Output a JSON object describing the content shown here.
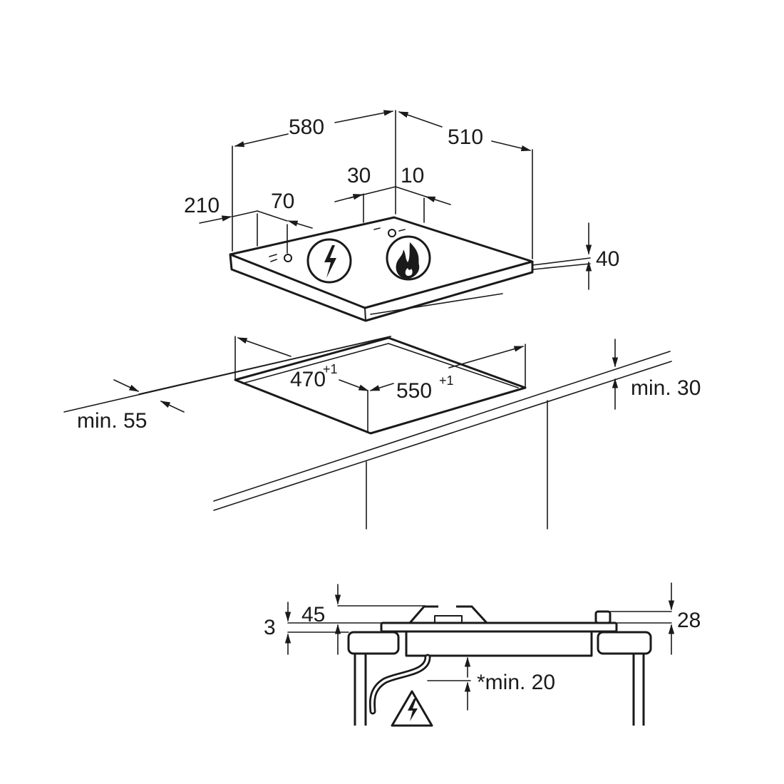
{
  "labels": {
    "width_overall": "580",
    "depth_overall": "510",
    "offset_left": "210",
    "offset_knob": "70",
    "offset_mid_left": "30",
    "offset_mid_right": "10",
    "height_hob": "40",
    "cutout_depth": "470",
    "cutout_depth_tol": "+1",
    "cutout_width": "550",
    "cutout_width_tol": "+1",
    "min_front": "min. 55",
    "min_thickness": "min. 30",
    "section_3": "3",
    "section_45": "45",
    "section_28": "28",
    "section_min20": "*min. 20"
  },
  "icons": {
    "electric": "lightning-circle-icon",
    "gas": "flame-circle-icon",
    "warning": "electric-warning-triangle-icon"
  },
  "colors": {
    "line": "#1a1a1a",
    "background": "#ffffff"
  }
}
